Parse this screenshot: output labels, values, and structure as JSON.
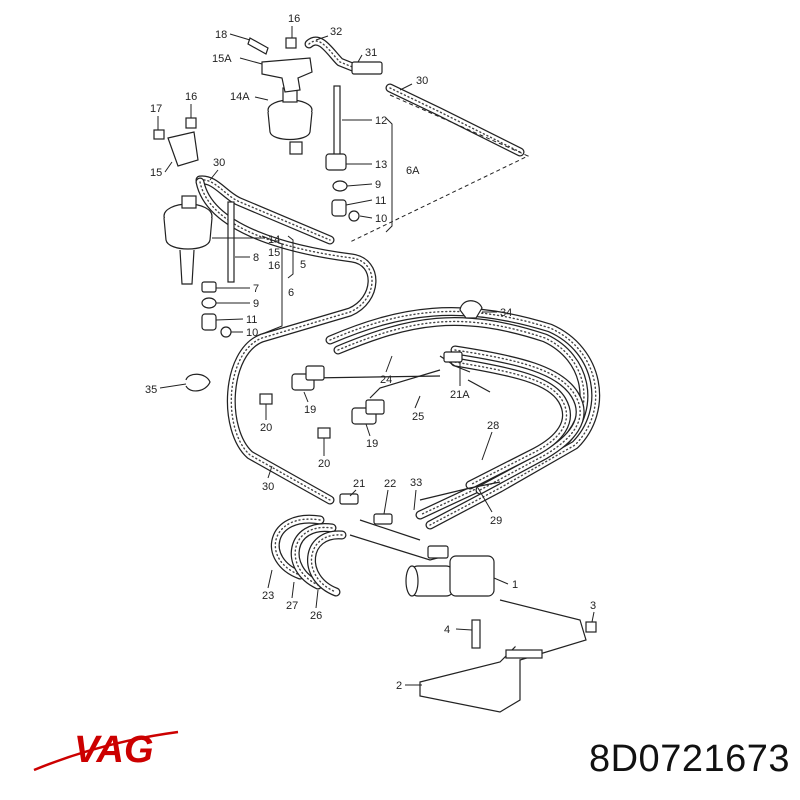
{
  "diagram": {
    "callouts": [
      "1",
      "2",
      "3",
      "4",
      "5",
      "6",
      "6A",
      "7",
      "8",
      "9",
      "10",
      "11",
      "12",
      "13",
      "14",
      "14A",
      "15",
      "15A",
      "16",
      "17",
      "18",
      "19",
      "20",
      "21",
      "21A",
      "22",
      "23",
      "24",
      "25",
      "26",
      "27",
      "28",
      "29",
      "30",
      "31",
      "32",
      "33",
      "34",
      "35"
    ]
  },
  "brand": {
    "logo_text": "VAG",
    "color": "#cc0000"
  },
  "part_number": "8D0721673",
  "colors": {
    "line": "#222222",
    "background": "#ffffff"
  }
}
